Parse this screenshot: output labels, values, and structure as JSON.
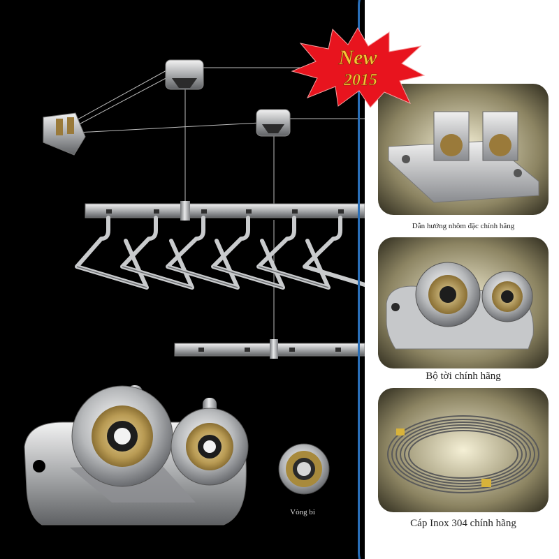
{
  "badge": {
    "line1": "New",
    "line2": "2015",
    "color": "#e8141e",
    "text_color": "#f3c237"
  },
  "frame_color": "#2a6fb8",
  "products": [
    {
      "caption": "Dẫn hướng nhôm đặc chính hãng"
    },
    {
      "caption": "Bộ tời chính hãng"
    },
    {
      "caption": "Cáp Inox 304 chính hãng"
    }
  ],
  "bearing_label": "Vòng bi"
}
